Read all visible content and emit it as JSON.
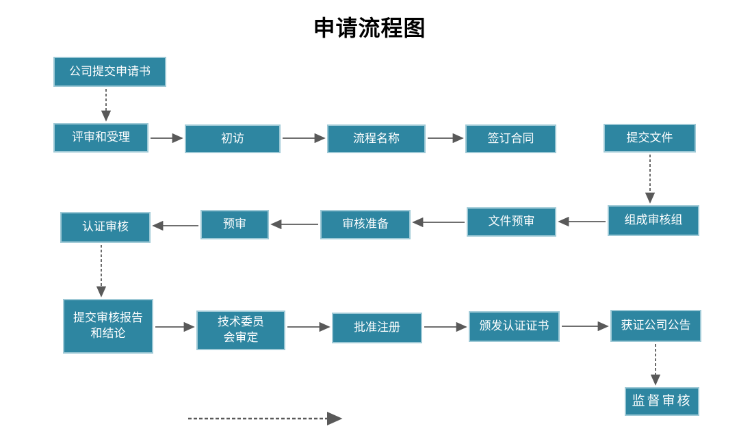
{
  "title": "申请流程图",
  "colors": {
    "node_fill": "#2E86A1",
    "node_border": "#9EC9D6",
    "node_text": "#FFFFFF",
    "arrow": "#595959",
    "title_text": "#000000"
  },
  "nodes": [
    {
      "id": "company-application",
      "label": "公司提交申请书"
    },
    {
      "id": "review-acceptance",
      "label": "评审和受理"
    },
    {
      "id": "initial-visit",
      "label": "初访"
    },
    {
      "id": "process-name",
      "label": "流程名称"
    },
    {
      "id": "sign-contract",
      "label": "签订合同"
    },
    {
      "id": "submit-documents",
      "label": "提交文件"
    },
    {
      "id": "form-audit-team",
      "label": "组成审核组"
    },
    {
      "id": "document-preaudit",
      "label": "文件预审"
    },
    {
      "id": "audit-preparation",
      "label": "审核准备"
    },
    {
      "id": "preaudit",
      "label": "预审"
    },
    {
      "id": "certification-audit",
      "label": "认证审核"
    },
    {
      "id": "submit-audit-report",
      "label": "提交审核报告\n和结论"
    },
    {
      "id": "technical-committee",
      "label": "技术委员\n会审定"
    },
    {
      "id": "approve-registration",
      "label": "批准注册"
    },
    {
      "id": "issue-certificate",
      "label": "颁发认证证书"
    },
    {
      "id": "certified-company-announcement",
      "label": "获证公司公告"
    },
    {
      "id": "supervision-audit",
      "label": "监督审核"
    }
  ]
}
